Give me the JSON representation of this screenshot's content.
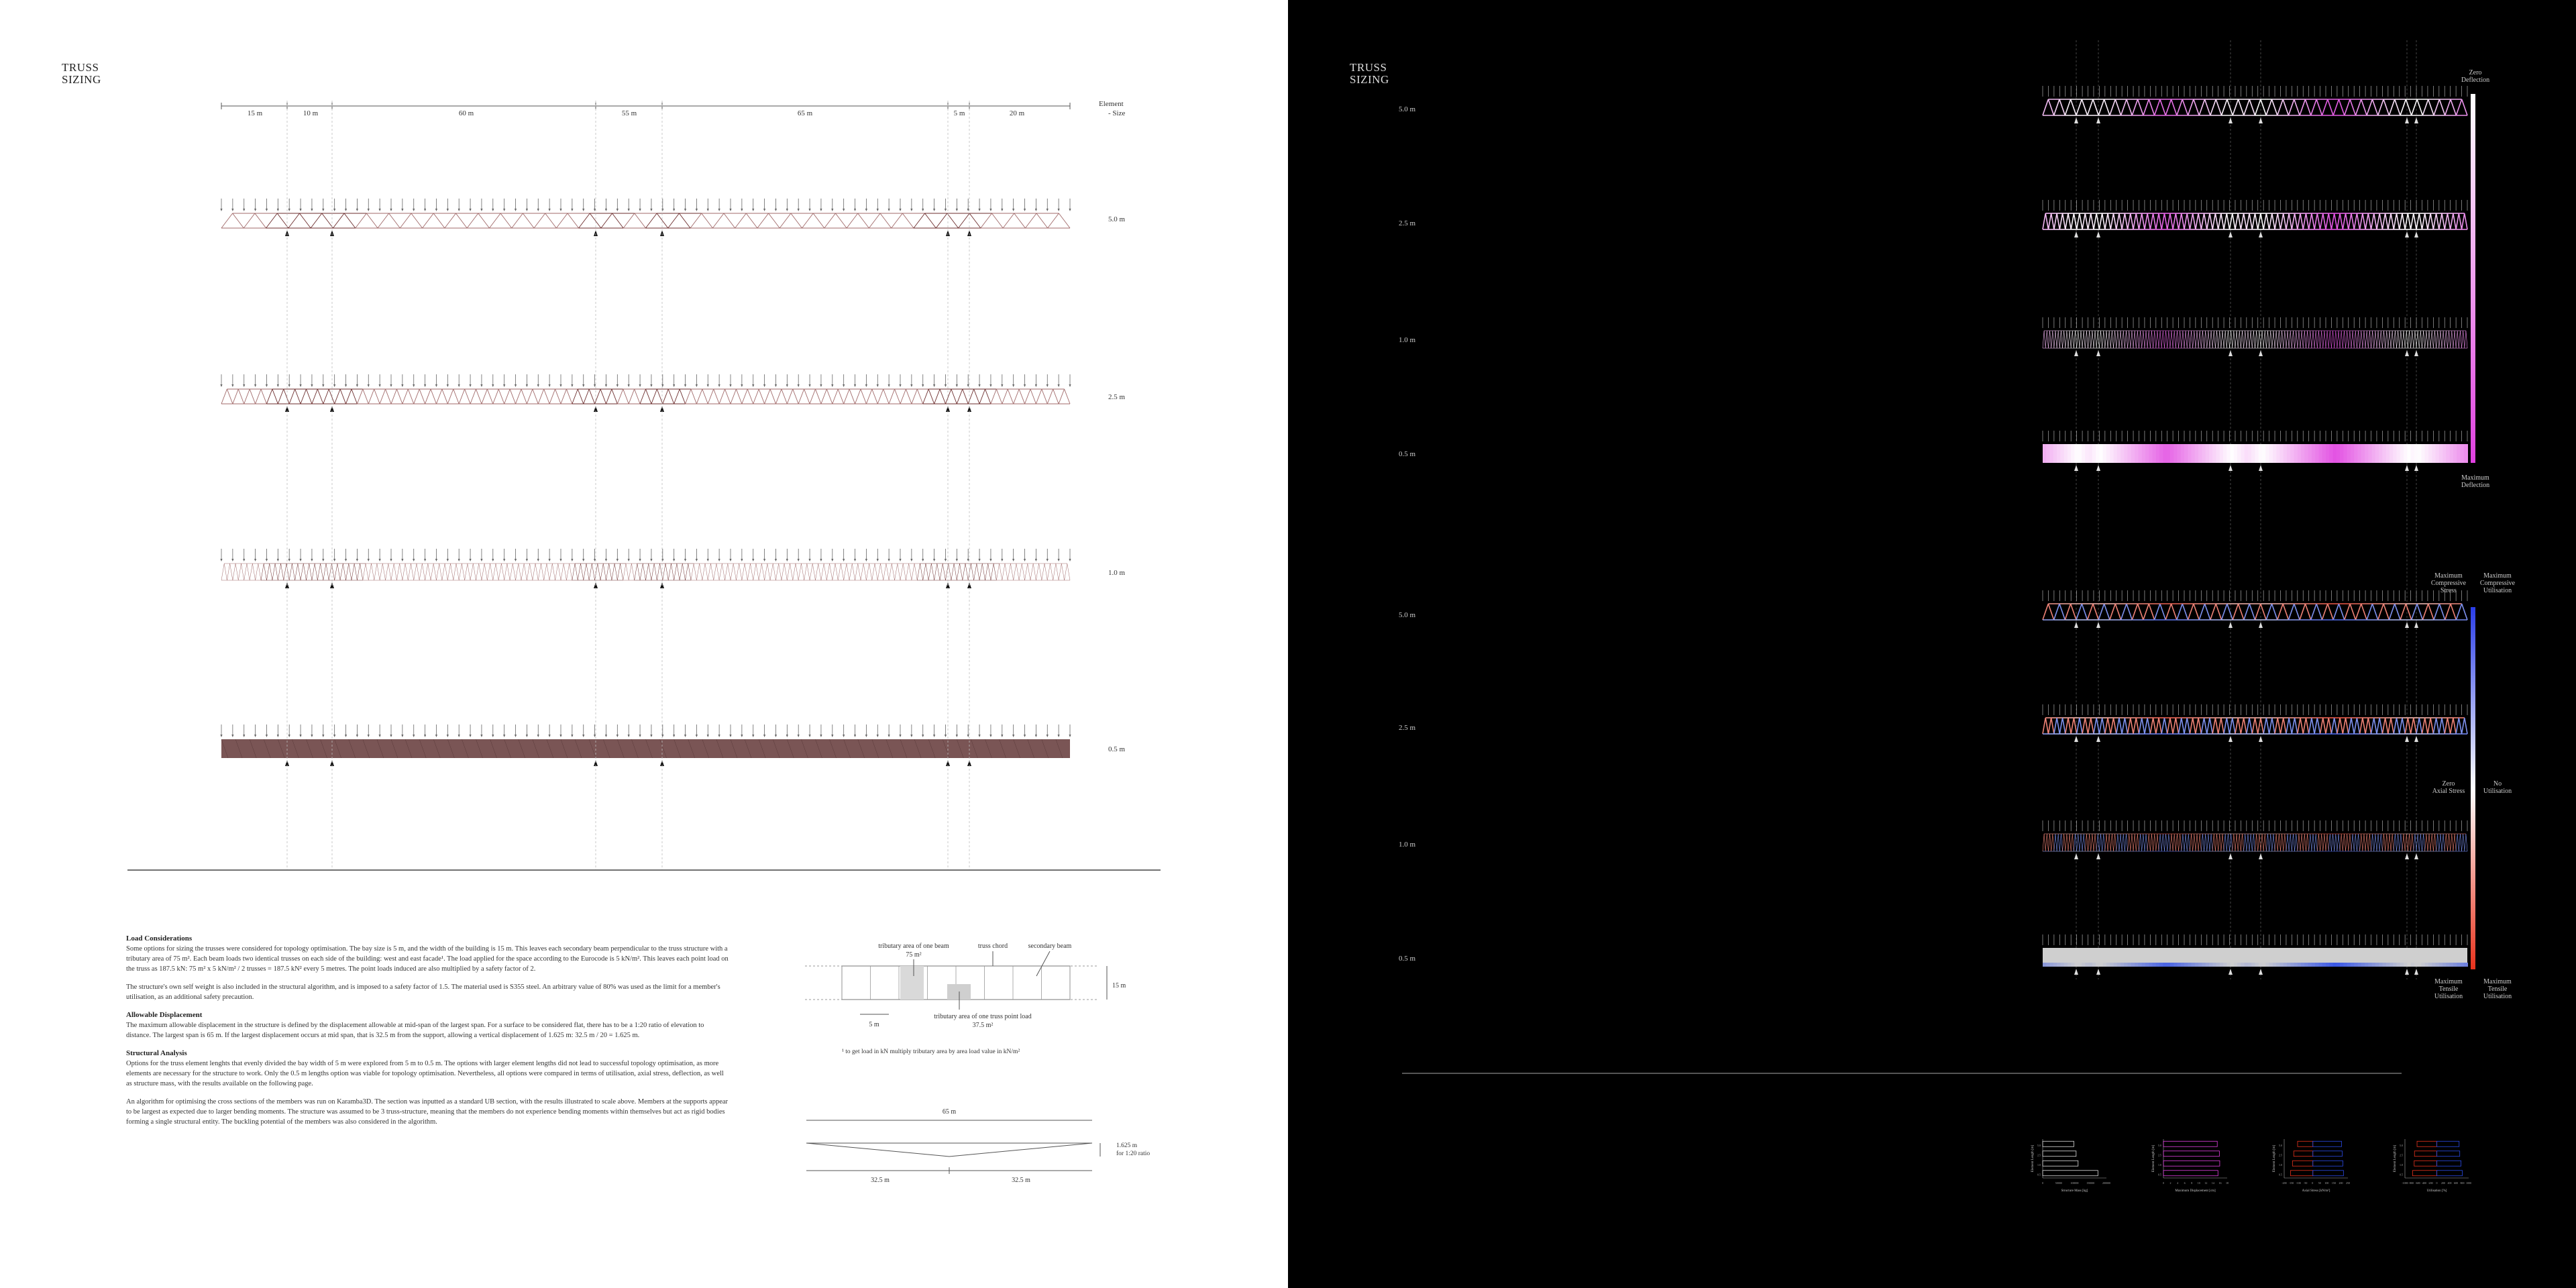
{
  "left_panel": {
    "title": "TRUSS\nSIZING",
    "element_size_label": "Element\nSize",
    "span_labels": [
      "15 m",
      "10 m",
      "60 m",
      "55 m",
      "65 m",
      "5 m",
      "20 m"
    ],
    "truss_size_labels": [
      "5.0 m",
      "2.5 m",
      "1.0 m",
      "0.5 m"
    ],
    "load_considerations": {
      "heading": "Load Considerations",
      "paragraph_1": "Some options for sizing the trusses were considered for topology optimisation. The bay size is 5 m, and the width of the building is 15 m. This leaves each secondary beam perpendicular to the truss structure with a tributary area of 75 m². Each beam loads two identical trusses on each side of the building: west and east facade¹. The load applied for the space according to the Eurocode is 5 kN/m². This leaves each point load on the truss as 187.5 kN: 75 m² x 5 kN/m² / 2 trusses = 187.5 kN² every 5 metres. The point loads induced are also multiplied by a safety factor of 2.",
      "paragraph_2": "The structure's own self weight is also included in the structural algorithm, and is imposed to a safety factor of 1.5. The material used is S355 steel. An arbitrary value of 80% was used as the limit for a member's utilisation, as an additional safety precaution."
    },
    "allowable_displacement": {
      "heading": "Allowable Displacement",
      "paragraph": "The maximum allowable displacement in the structure is defined by the displacement allowable at mid-span of the largest span. For a surface to be considered flat, there has to be a 1:20 ratio of elevation to distance. The largest span is 65 m. If the largest displacement occurs at mid span, that is 32.5 m from the support, allowing a vertical displacement of 1.625 m: 32.5 m / 20 = 1.625 m."
    },
    "structural_analysis": {
      "heading": "Structural Analysis",
      "paragraph_1": "Options for the truss element lenghts that evenly divided the bay width of 5 m were explored from 5 m to 0.5 m. The options with larger element lengths did not lead to successful topology optimisation, as more elements are necessary for the structure to work. Only the 0.5 m lengths option was viable for topology optimisation. Nevertheless, all options were compared in terms of utilisation, axial stress, deflection, as well as structure mass, with the results available on the following page.",
      "paragraph_2": "An algorithm for optimising the cross sections of the members was run on Karamba3D. The section was inputted as a standard UB section, with the results illustrated to scale above. Members at the supports appear to be largest as expected due to larger bending moments. The structure was assumed to be 3 truss-structure, meaning that the members do not experience bending moments within themselves but act as rigid bodies forming a single structural entity. The buckling potential of the members was also considered in the algorithm."
    },
    "tributary_diagram": {
      "label_one_beam": "tributary area of one beam",
      "value_one_beam": "75 m²",
      "label_truss_chord": "truss chord",
      "label_secondary_beam": "secondary beam",
      "label_one_point": "tributary area of one truss point load",
      "value_one_point": "37.5 m²",
      "dim_width": "15 m",
      "dim_bay": "5 m",
      "footnote": "¹ to get load in kN multiply tributary area by area load value in kN/m²"
    },
    "deflection_diagram": {
      "span": "65 m",
      "half_left": "32.5 m",
      "half_right": "32.5 m",
      "allowable": "1.625 m\nfor 1:20 ratio"
    }
  },
  "right_panel": {
    "title": "TRUSS\nSIZING",
    "truss_size_labels_deflection": [
      "5.0 m",
      "2.5 m",
      "1.0 m",
      "0.5 m"
    ],
    "truss_size_labels_stress": [
      "5.0 m",
      "2.5 m",
      "1.0 m",
      "0.5 m"
    ],
    "deflection_legend": {
      "top": "Zero\nDeflection",
      "bottom": "Maximum\nDeflection"
    },
    "stress_legend": {
      "top_left": "Maximum\nCompressive\nStress",
      "top_right": "Maximum\nCompressive\nUtilisation",
      "mid_left": "Zero\nAxial Stress",
      "mid_right": "No\nUtilisation",
      "bottom_left": "Maximum\nTensile\nUtilisation",
      "bottom_right": "Maximum\nTensile\nUtilisation"
    },
    "colors": {
      "deflection_max": "#e040e0",
      "compression": "#2a4be8",
      "tension": "#e8321c",
      "neutral": "#dddddd"
    }
  },
  "chart_data": [
    {
      "type": "bar",
      "orientation": "horizontal",
      "categories": [
        "5.0",
        "2.5",
        "1.0",
        "0.5"
      ],
      "values": [
        110000,
        118000,
        125000,
        195000
      ],
      "xlabel": "Structure Mass [kg]",
      "ylabel": "Element Length [m]",
      "xticks": [
        "0",
        "50000",
        "100000",
        "150000",
        "200000"
      ],
      "xlim": [
        0,
        225000
      ]
    },
    {
      "type": "bar",
      "orientation": "horizontal",
      "categories": [
        "5.0",
        "2.5",
        "1.0",
        "0.5"
      ],
      "values": [
        15.2,
        15.8,
        15.9,
        15.4
      ],
      "xlabel": "Maximum Displacement [cm]",
      "ylabel": "Element Length [m]",
      "xticks": [
        "0",
        "2",
        "4",
        "6",
        "8",
        "10",
        "12",
        "14",
        "16",
        "18"
      ],
      "xlim": [
        0,
        18
      ]
    },
    {
      "type": "bar",
      "orientation": "horizontal",
      "categories": [
        "5.0",
        "2.5",
        "1.0",
        "0.5"
      ],
      "series": [
        {
          "values": [
            -120,
            -150,
            -160,
            -175
          ]
        },
        {
          "values": [
            225,
            230,
            235,
            240
          ]
        }
      ],
      "xlabel": "Axial Stress [kN/m²]",
      "ylabel": "Element Length [m]",
      "xticks": [
        "-200",
        "-150",
        "-100",
        "-50",
        "0",
        "50",
        "100",
        "150",
        "200",
        "250"
      ],
      "xlim": [
        -225,
        275
      ]
    },
    {
      "type": "bar",
      "orientation": "horizontal",
      "categories": [
        "5.0",
        "2.5",
        "1.0",
        "0.5"
      ],
      "series": [
        {
          "values": [
            -620,
            -700,
            -710,
            -760
          ]
        },
        {
          "values": [
            700,
            720,
            760,
            800
          ]
        }
      ],
      "xlabel": "Utilisation [%]",
      "ylabel": "Element Length [m]",
      "xticks": [
        "-1000",
        "-800",
        "-600",
        "-400",
        "-200",
        "0",
        "200",
        "400",
        "600",
        "800",
        "1000"
      ],
      "xlim": [
        -1000,
        1000
      ]
    }
  ]
}
